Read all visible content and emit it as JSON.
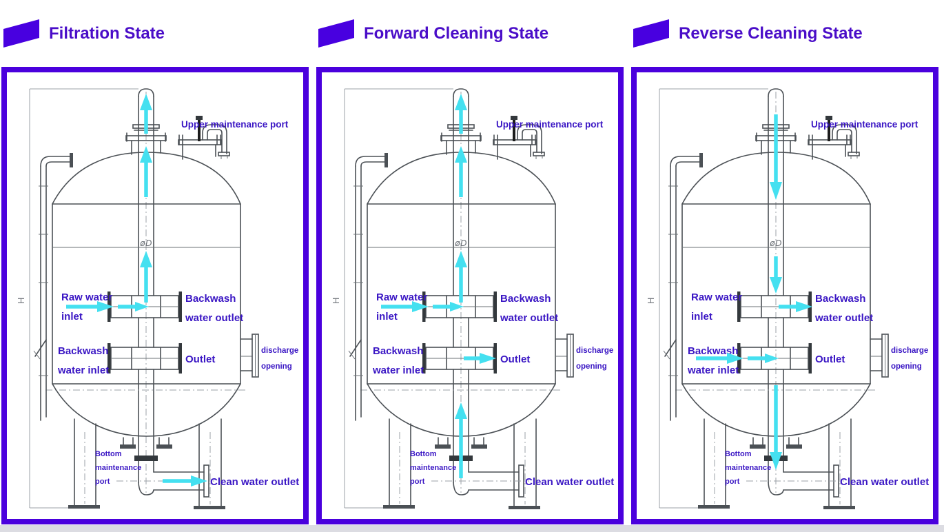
{
  "colors": {
    "accent_purple": "#4a00dd",
    "header_text": "#4a0dc8",
    "label_blue": "#3a16c4",
    "arrow_cyan": "#44e0f0",
    "line_gray": "#4b5055"
  },
  "panels": [
    {
      "title": "Filtration State",
      "flow": "filtration"
    },
    {
      "title": "Forward Cleaning State",
      "flow": "forward"
    },
    {
      "title": "Reverse Cleaning State",
      "flow": "reverse"
    }
  ],
  "labels": {
    "upper_maintenance_port": "Upper maintenance port",
    "raw_water_line1": "Raw water",
    "raw_water_line2": "inlet",
    "backwash_outlet_line1": "Backwash",
    "backwash_outlet_line2": "water outlet",
    "backwash_inlet_line1": "Backwash",
    "backwash_inlet_line2": "water inlet",
    "outlet": "Outlet",
    "discharge_line1": "discharge",
    "discharge_line2": "opening",
    "bottom_port_line1": "Bottom",
    "bottom_port_line2": "maintenance",
    "bottom_port_line3": "port",
    "clean_water_outlet": "Clean water outlet",
    "diameter": "øD",
    "height_dim": "H"
  }
}
